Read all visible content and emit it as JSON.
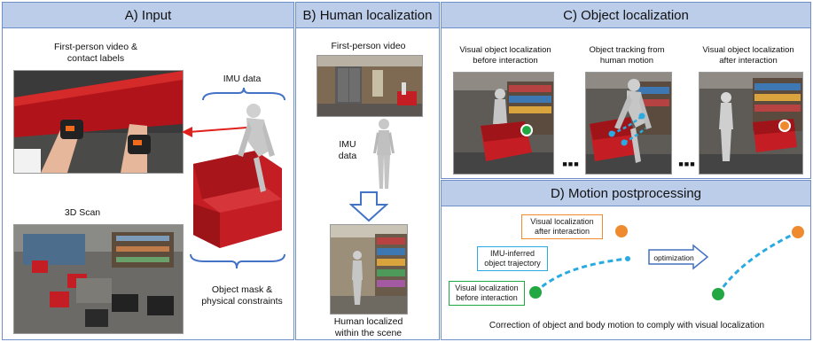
{
  "panels": {
    "input": {
      "title": "A) Input",
      "first_person_label": "First-person video &\ncontact labels",
      "imu_label": "IMU data",
      "scan_label": "3D Scan",
      "mask_label": "Object mask &\nphysical constraints"
    },
    "human": {
      "title": "B) Human localization",
      "video_label": "First-person video",
      "imu_label": "IMU\ndata",
      "result_label": "Human localized\nwithin the scene"
    },
    "object": {
      "title": "C) Object localization",
      "col1_label": "Visual object localization\nbefore interaction",
      "col2_label": "Object tracking from\nhuman motion",
      "col3_label": "Visual object localization\nafter interaction",
      "ellipsis": "■■■"
    },
    "motion": {
      "title": "D) Motion postprocessing",
      "after_label": "Visual localization\nafter interaction",
      "imu_traj_label": "IMU-inferred\nobject trajectory",
      "before_label": "Visual localization\nbefore interaction",
      "optimization_label": "optimization",
      "caption": "Correction of object and body motion to comply with visual localization"
    }
  },
  "colors": {
    "header_bg": "#bccdea",
    "border": "#6f8fc9",
    "orange": "#f08a2e",
    "green": "#22a843",
    "cyan": "#29abe2",
    "red_arrow": "#e0201b",
    "arrow_blue": "#4472c4"
  }
}
